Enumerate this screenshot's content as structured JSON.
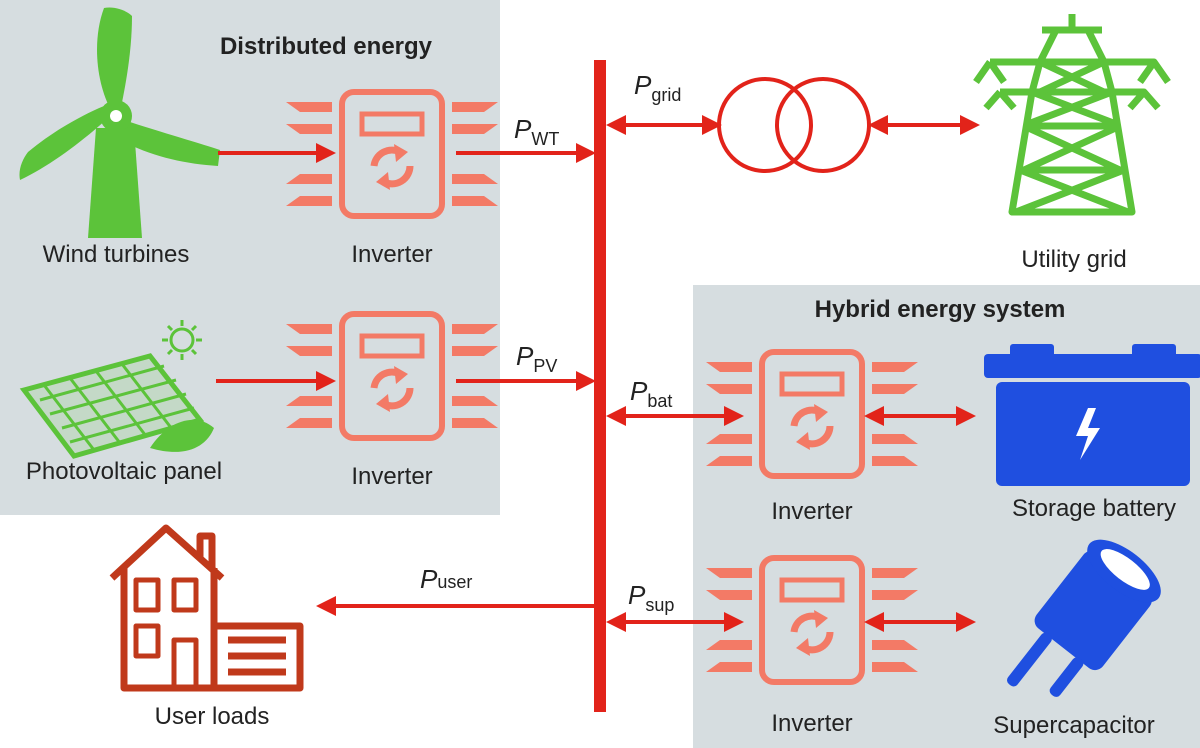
{
  "groups": {
    "distributed": "Distributed energy",
    "hybrid": "Hybrid energy system"
  },
  "components": {
    "wind": "Wind turbines",
    "pv": "Photovoltaic panel",
    "grid": "Utility grid",
    "battery": "Storage battery",
    "supercap": "Supercapacitor",
    "user": "User loads",
    "inverter": "Inverter"
  },
  "powers": {
    "symbol": "P",
    "wt": "WT",
    "pv": "PV",
    "grid": "grid",
    "bat": "bat",
    "sup": "sup",
    "user": "user"
  },
  "colors": {
    "panel_bg": "#d6dde0",
    "bus": "#e2231a",
    "inverter": "#f37a66",
    "green": "#5cc33a",
    "blue": "#1f4fe0",
    "house": "#c0391b"
  }
}
